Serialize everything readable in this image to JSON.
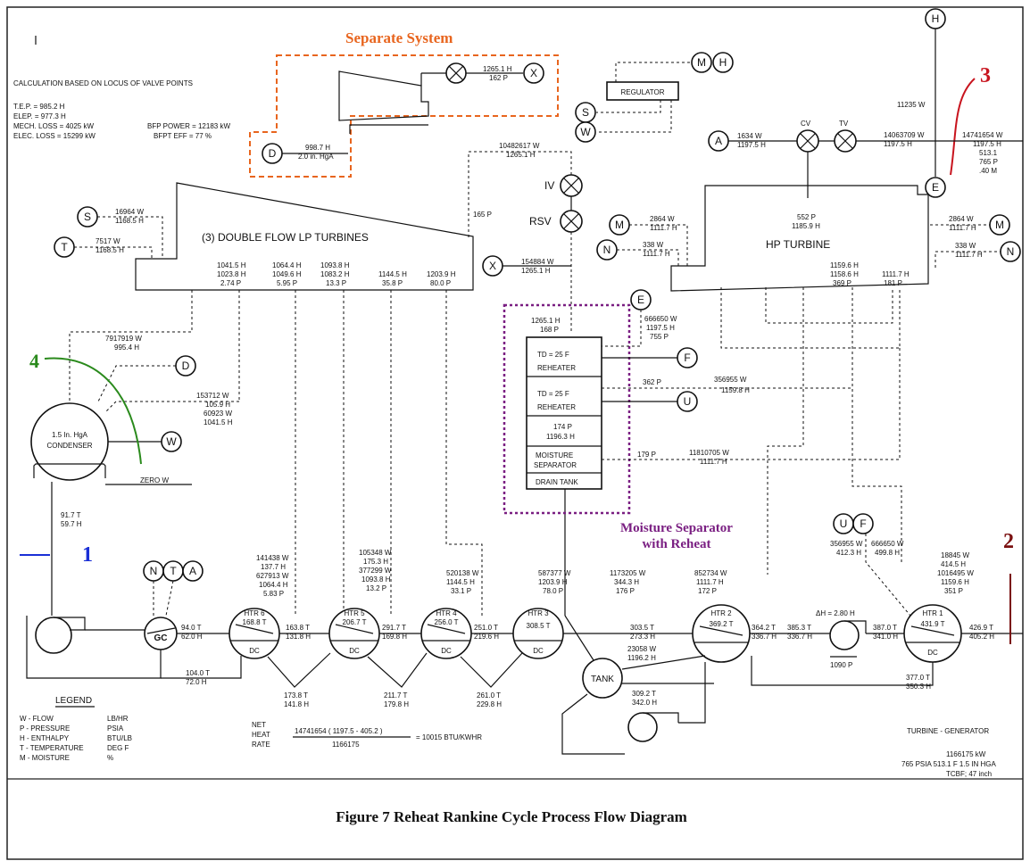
{
  "calc": {
    "title": "CALCULATION BASED ON LOCUS OF VALVE POINTS",
    "lines": [
      "T.E.P. = 985.2 H",
      "ELEP. = 977.3 H",
      "MECH. LOSS = 4025 kW",
      "ELEC. LOSS = 15299 kW"
    ],
    "bfp_power": "BFP POWER = 12183 kW",
    "bfpt_eff": "BFPT EFF = 77 %"
  },
  "annotations": {
    "separate_system": "Separate System",
    "moisture_sep_1": "Moisture Separator",
    "moisture_sep_2": "with Reheat",
    "n1": "1",
    "n2": "2",
    "n3": "3",
    "n4": "4",
    "colors": {
      "separate": "#e8651e",
      "moisture": "#7a1f82",
      "n1": "#1a2fd6",
      "n2": "#7a1010",
      "n3": "#c8141e",
      "n4": "#2a8a1c"
    }
  },
  "components": {
    "lp_turbine": "(3) DOUBLE FLOW LP TURBINES",
    "hp_turbine": "HP TURBINE",
    "regulator": "REGULATOR",
    "condenser_1": "1.5 In. HgA",
    "condenser_2": "CONDENSER",
    "reheater": "REHEATER",
    "td": "TD = 25 F",
    "ms_p": "174 P",
    "ms_h": "1196.3 H",
    "moisture_1": "MOISTURE",
    "moisture_2": "SEPARATOR",
    "drain_tank": "DRAIN TANK",
    "tank": "TANK",
    "gc": "GC",
    "dc": "DC",
    "zero_w": "ZERO W",
    "iv": "IV",
    "rsv": "RSV",
    "cv": "CV",
    "tv": "TV",
    "dh": "ΔH = 2.80 H",
    "p1090": "1090 P"
  },
  "nodes": {
    "D": "D",
    "X": "X",
    "M": "M",
    "H": "H",
    "S": "S",
    "W": "W",
    "A": "A",
    "E": "E",
    "T": "T",
    "N": "N",
    "F": "F",
    "U": "U"
  },
  "heaters": [
    "HTR 6",
    "HTR 5",
    "HTR 4",
    "HTR 3",
    "HTR 2",
    "HTR 1"
  ],
  "heater_temps": [
    "168.8 T",
    "206.7 T",
    "256.0 T",
    "308.5 T",
    "369.2 T",
    "431.9 T"
  ],
  "streams": {
    "sep1": "1265.1 H",
    "sep2": "162 P",
    "d1": "998.7 H",
    "d2": "2.0 in. HgA",
    "main1": "10482617 W",
    "main2": "1265.1 H",
    "p165": "165 P",
    "x1": "154884 W",
    "x2": "1265.1 H",
    "s1": "16964 W",
    "s2": "1168.5 H",
    "t1": "7517 W",
    "t2": "1168.5 H",
    "lp_ext": [
      [
        "1041.5 H",
        "1023.8 H",
        "2.74 P"
      ],
      [
        "1064.4 H",
        "1049.6 H",
        "5.95 P"
      ],
      [
        "1093.8 H",
        "1083.2 H",
        "13.3 P"
      ],
      [
        "1144.5 H",
        "35.8 P"
      ],
      [
        "1203.9 H",
        "80.0 P"
      ]
    ],
    "c1": "7917919 W",
    "c2": "995.4 H",
    "c3": "153712 W",
    "c4": "105.9 H",
    "c5": "60923 W",
    "c6": "1041.5 H",
    "h11235": "11235 W",
    "a1": "1634 W",
    "a2": "1197.5 H",
    "hp_in1": "14063709 W",
    "hp_in2": "1197.5 H",
    "st1": "14741654 W",
    "st2": "1197.5 H",
    "st3": "513.1",
    "st4": "765 P",
    "st5": ".40 M",
    "hp552": "552 P",
    "hp1185": "1185.9 H",
    "m1": "2864 W",
    "m2": "1111.7 H",
    "n1": "338 W",
    "n2": "1111.7 H",
    "m3": "2864 W",
    "m4": "1111.7 H",
    "n3": "338 W",
    "n4": "1111.7 H",
    "hpx": [
      "1159.6 H",
      "1158.6 H",
      "369 P",
      "1111.7 H",
      "181 P"
    ],
    "rh1": "1265.1 H",
    "rh2": "168 P",
    "e1": "666650 W",
    "e2": "1197.5 H",
    "e3": "755 P",
    "r362": "362 P",
    "r356a": "356955 W",
    "r1159": "1159.8 H",
    "r179": "179 P",
    "r1181": "11810705 W",
    "r1111": "1111.7 H",
    "h6a": [
      "141438 W",
      "137.7 H",
      "627913 W",
      "1064.4 H",
      "5.83 P"
    ],
    "h5a": [
      "105348 W",
      "175.3 H",
      "377299 W",
      "1093.8 H",
      "13.2 P"
    ],
    "h4a": [
      "520138 W",
      "1144.5 H",
      "33.1 P"
    ],
    "h3a": [
      "587377 W",
      "1203.9 H",
      "78.0 P"
    ],
    "tk": [
      "1173205 W",
      "344.3 H",
      "176 P"
    ],
    "h2a": [
      "852734 W",
      "1111.7 H",
      "172 P"
    ],
    "uf": [
      "356955 W",
      "412.3 H",
      "666650 W",
      "499.8 H"
    ],
    "h1a": [
      "18845 W",
      "414.5 H",
      "1016495 W",
      "1159.6 H",
      "351 P"
    ],
    "cond1": "91.7 T",
    "cond2": "59.7 H",
    "gc1": "94.0 T",
    "gc2": "62.0 H",
    "b1": "104.0 T",
    "b2": "72.0 H",
    "f1": "163.8 T",
    "f2": "131.8 H",
    "f3": "291.7 T",
    "f4": "169.8 H",
    "f5": "251.0 T",
    "f6": "219.6 H",
    "f7": "303.5 T",
    "f8": "273.3 H",
    "f9": "364.2 T",
    "f10": "336.7 H",
    "f11": "385.3 T",
    "f12": "336.7 H",
    "f13": "387.0 T",
    "f14": "341.0 H",
    "f15": "426.9 T",
    "f16": "405.2 H",
    "d6a": "173.8 T",
    "d6b": "141.8 H",
    "d5a": "211.7 T",
    "d5b": "179.8 H",
    "d4a": "261.0 T",
    "d4b": "229.8 H",
    "tk2a": "23058 W",
    "tk2b": "1196.2 H",
    "tk3a": "309.2 T",
    "tk3b": "342.0 H",
    "d1a": "377.0 T",
    "d1b": "350.3 H"
  },
  "legend": {
    "title": "LEGEND",
    "items": [
      [
        "W - FLOW",
        "LB/HR"
      ],
      [
        "P - PRESSURE",
        "PSIA"
      ],
      [
        "H - ENTHALPY",
        "BTU/LB"
      ],
      [
        "T - TEMPERATURE",
        "DEG F"
      ],
      [
        "M - MOISTURE",
        "%"
      ]
    ]
  },
  "heat_rate": {
    "net": "NET",
    "heat": "HEAT",
    "rate": "RATE",
    "numerator": "14741654 ( 1197.5 - 405.2 )",
    "denominator": "1166175",
    "result": "= 10015 BTU/KWHR"
  },
  "generator": {
    "title": "TURBINE - GENERATOR",
    "l1": "1166175 kW",
    "l2": "765 PSIA  513.1 F  1.5 IN HGA",
    "l3": "TCBF; 47 inch"
  },
  "caption": "Figure 7  Reheat Rankine Cycle Process Flow Diagram"
}
